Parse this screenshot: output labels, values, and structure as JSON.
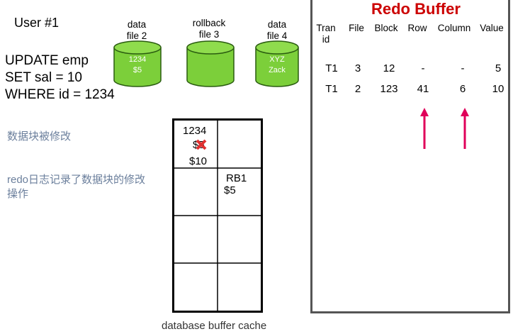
{
  "user": {
    "label": "User #1"
  },
  "sql": {
    "line1": "UPDATE emp",
    "line2": "SET sal = 10",
    "line3": "WHERE id = 1234"
  },
  "notes": {
    "block_modified": "数据块被修改",
    "redo_records": "redo日志记录了数据块的修改操作"
  },
  "datafiles": [
    {
      "label_line1": "data",
      "label_line2": "file 2",
      "content_line1": "1234",
      "content_line2": "$5"
    },
    {
      "label_line1": "rollback",
      "label_line2": "file 3",
      "content_line1": "",
      "content_line2": ""
    },
    {
      "label_line1": "data",
      "label_line2": "file 4",
      "content_line1": "XYZ",
      "content_line2": "Zack"
    }
  ],
  "buffer_cache": {
    "label": "database buffer cache",
    "block1": {
      "id": "1234",
      "old_value": "$5",
      "new_value": "$10"
    },
    "rollback_block": {
      "id": "RB1",
      "value": "$5"
    }
  },
  "redo_buffer": {
    "title": "Redo Buffer",
    "columns": [
      "Tran id",
      "File",
      "Block",
      "Row",
      "Column",
      "Value"
    ],
    "rows": [
      [
        "T1",
        "3",
        "12",
        "-",
        "-",
        "5"
      ],
      [
        "T1",
        "2",
        "123",
        "41",
        "6",
        "10"
      ]
    ],
    "arrow_color": "#e0005a"
  },
  "colors": {
    "cylinder_green": "#7ccf3a",
    "cylinder_dark": "#2a5c10",
    "title_red": "#cc0000",
    "note_gray": "#6b7f9c",
    "x_mark": "#e03030"
  }
}
